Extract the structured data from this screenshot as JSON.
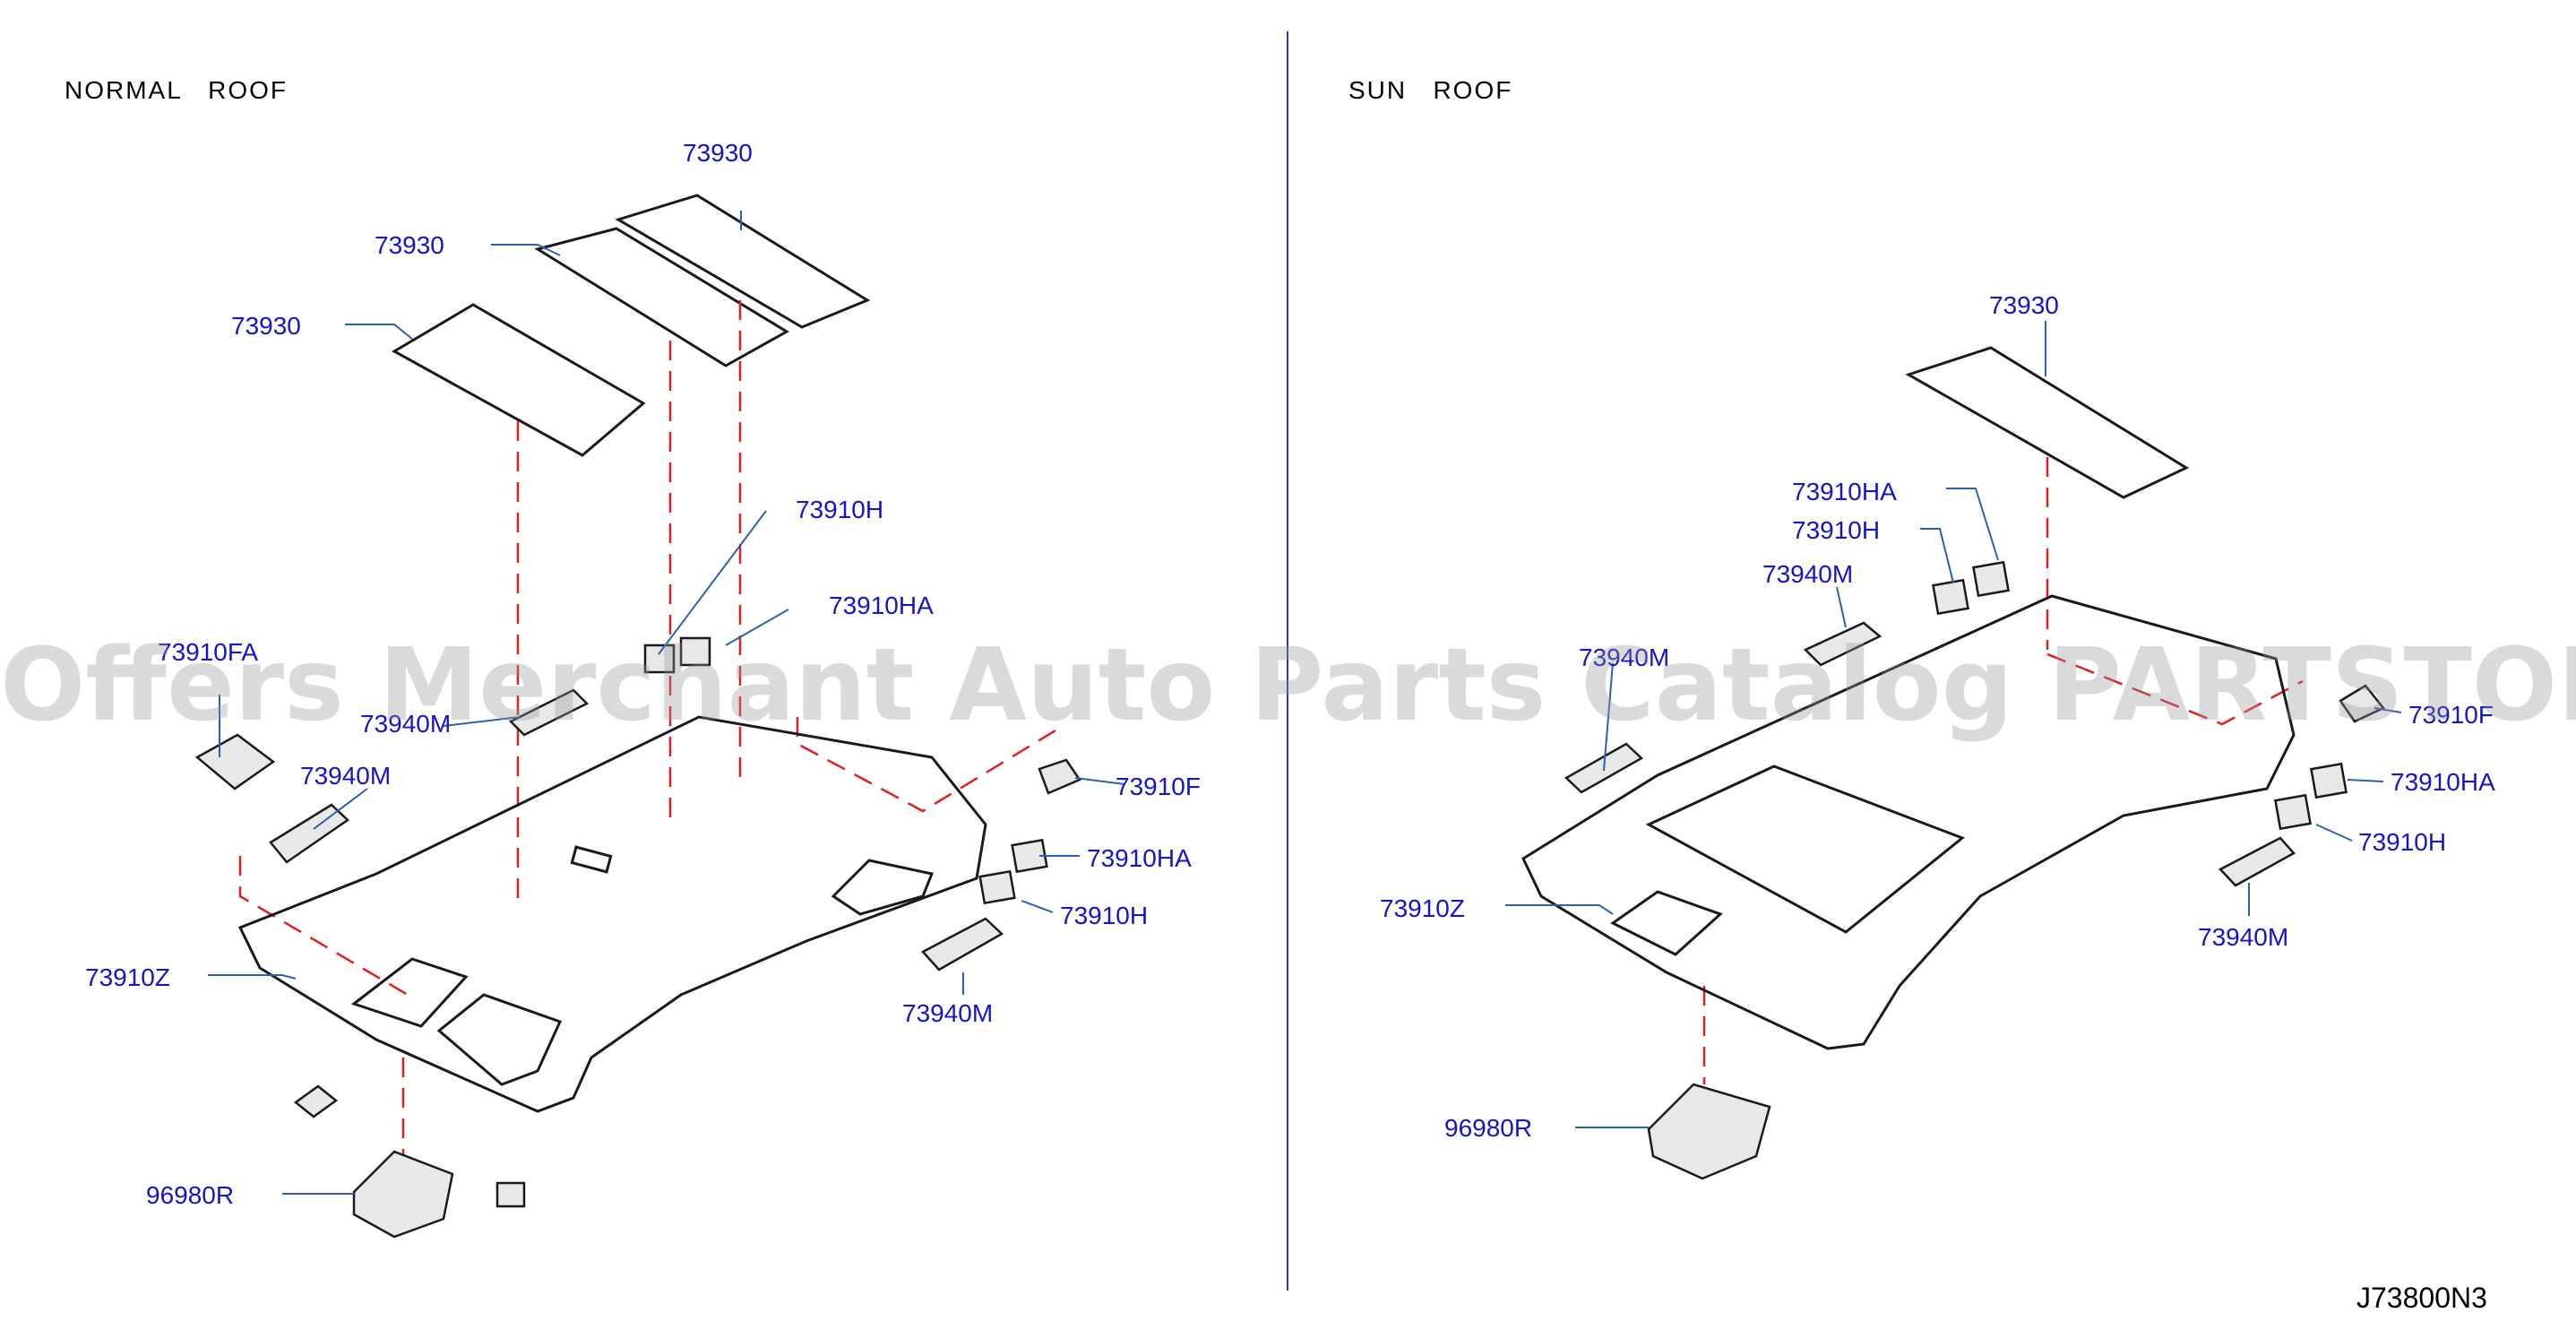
{
  "sections": {
    "left_title": "NORMAL   ROOF",
    "right_title": "SUN   ROOF"
  },
  "callouts": {
    "left": {
      "c1": "73930",
      "c2": "73930",
      "c3": "73930",
      "c4": "73910H",
      "c5": "73910HA",
      "c6": "73910FA",
      "c7": "73940M",
      "c8": "73940M",
      "c9": "73910F",
      "c10": "73910HA",
      "c11": "73910H",
      "c12": "73910Z",
      "c13": "73940M",
      "c14": "96980R"
    },
    "right": {
      "c1": "73930",
      "c2": "73910HA",
      "c3": "73910H",
      "c4": "73940M",
      "c5": "73940M",
      "c6": "73910F",
      "c7": "73910HA",
      "c8": "73910H",
      "c9": "73910Z",
      "c10": "73940M",
      "c11": "96980R"
    }
  },
  "diagram_code": "J73800N3",
  "watermark": "Offers Merchant Auto Parts Catalog PARTSTORE.SA",
  "colors": {
    "callout": "#1414c8",
    "leader": "#2d5fb4",
    "dash": "#e02020",
    "divider": "#2a3fa0",
    "stroke": "#1a1a1a"
  }
}
